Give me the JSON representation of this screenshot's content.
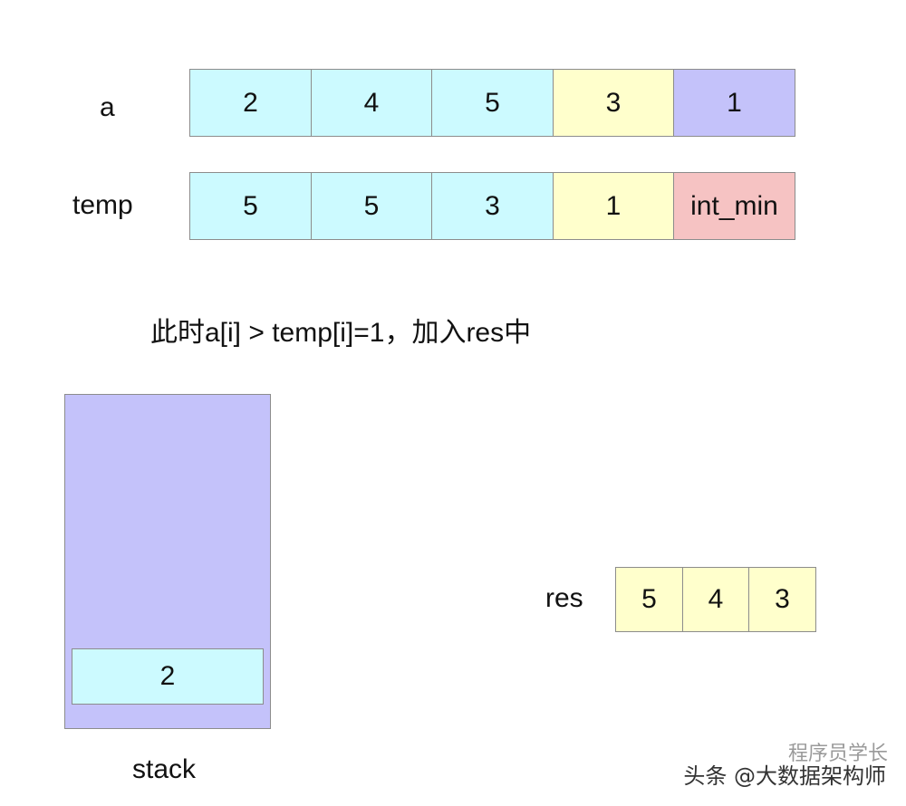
{
  "colors": {
    "cyan": "#ccfaff",
    "yellow": "#ffffcc",
    "lavender": "#c4c2fa",
    "pink": "#f6c3c3",
    "border": "#8c8c8c"
  },
  "arrays": {
    "a": {
      "label": "a",
      "cells": [
        {
          "value": "2",
          "color": "#ccfaff"
        },
        {
          "value": "4",
          "color": "#ccfaff"
        },
        {
          "value": "5",
          "color": "#ccfaff"
        },
        {
          "value": "3",
          "color": "#ffffcc"
        },
        {
          "value": "1",
          "color": "#c4c2fa"
        }
      ]
    },
    "temp": {
      "label": "temp",
      "cells": [
        {
          "value": "5",
          "color": "#ccfaff"
        },
        {
          "value": "5",
          "color": "#ccfaff"
        },
        {
          "value": "3",
          "color": "#ccfaff"
        },
        {
          "value": "1",
          "color": "#ffffcc"
        },
        {
          "value": "int_min",
          "color": "#f6c3c3"
        }
      ]
    }
  },
  "caption": "此时a[i] > temp[i]=1，加入res中",
  "stack": {
    "label": "stack",
    "color": "#c4c2fa",
    "items": [
      {
        "value": "2",
        "color": "#ccfaff"
      }
    ]
  },
  "res": {
    "label": "res",
    "cells": [
      {
        "value": "5",
        "color": "#ffffcc"
      },
      {
        "value": "4",
        "color": "#ffffcc"
      },
      {
        "value": "3",
        "color": "#ffffcc"
      }
    ]
  },
  "watermark": {
    "text": "头条 @大数据架构师",
    "faded_text": "程序员学长"
  }
}
